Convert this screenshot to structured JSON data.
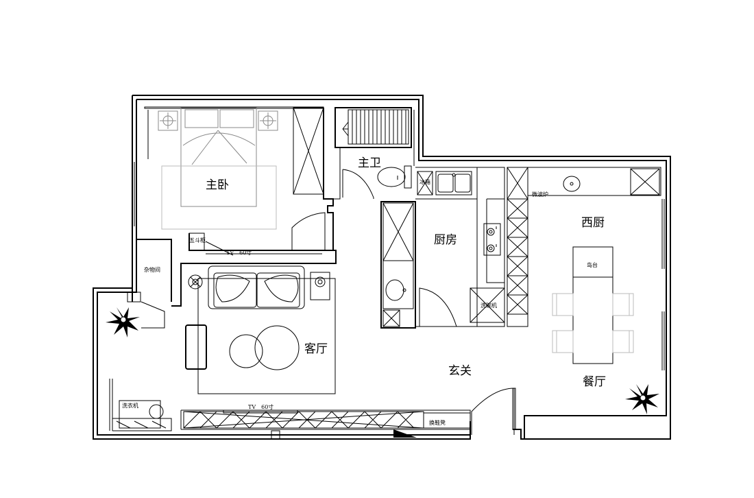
{
  "rooms": {
    "master_bedroom": "主卧",
    "master_bath": "主卫",
    "kitchen": "厨房",
    "western_kitchen": "西厨",
    "living_room": "客厅",
    "entrance": "玄关",
    "dining_room": "餐厅",
    "storage": "杂物间"
  },
  "labels": {
    "chest_of_drawers": "五斗柜",
    "tv_bedroom": "TV　60寸",
    "tv_living": "TV　60寸",
    "island": "岛台",
    "microwave": "微波炉",
    "washing_machine": "洗衣机",
    "shoe_bench": "换鞋凳",
    "fridge": "冰箱",
    "appliance_near_sink": "洗碗机"
  }
}
